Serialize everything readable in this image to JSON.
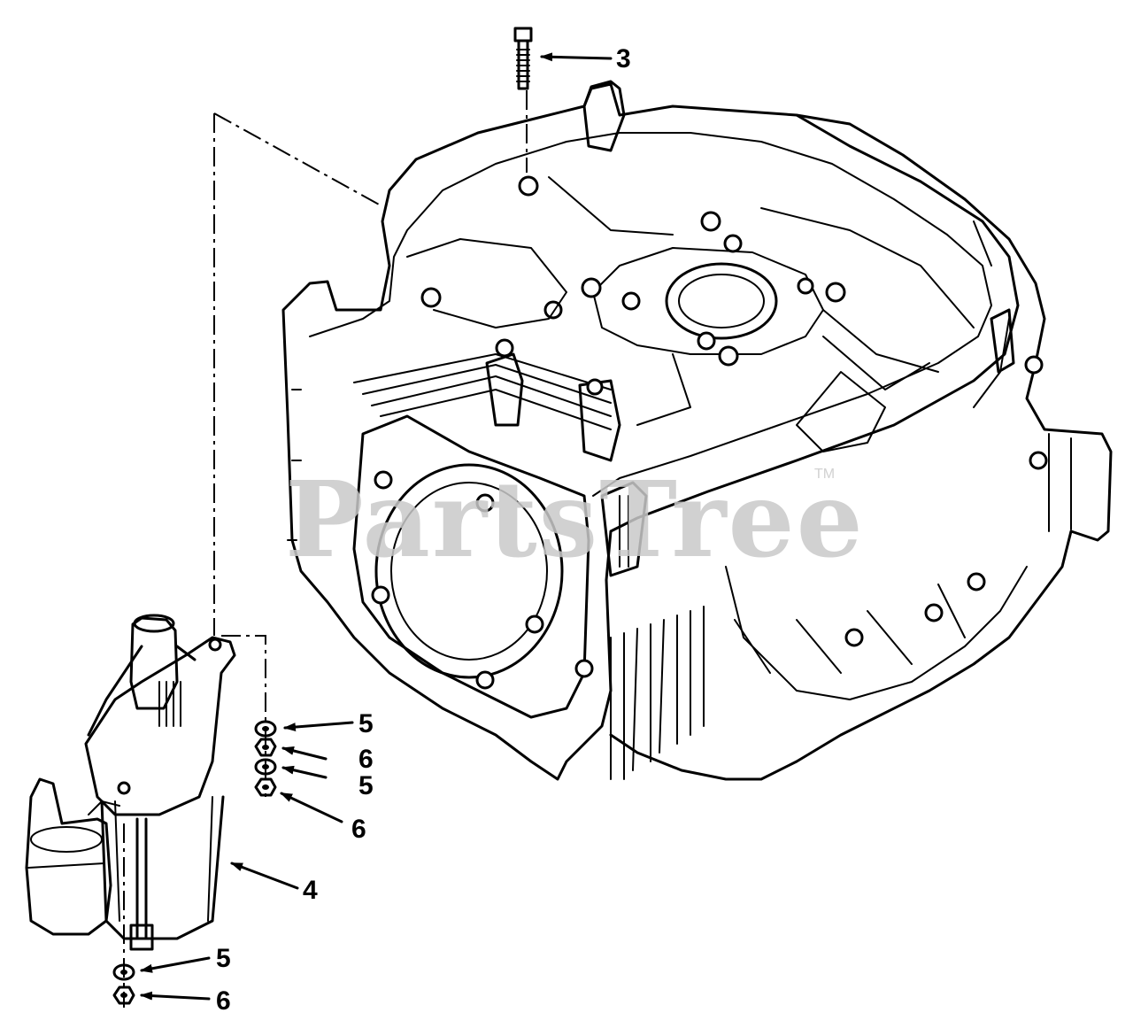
{
  "watermark": {
    "text": "PartsTree",
    "tm": "TM",
    "color": "#c9c9c9"
  },
  "callouts": [
    {
      "id": "callout-3",
      "label": "3",
      "part": "bolt"
    },
    {
      "id": "callout-4",
      "label": "4",
      "part": "starter-motor"
    },
    {
      "id": "callout-5a",
      "label": "5",
      "part": "lock-washer-upper"
    },
    {
      "id": "callout-6a",
      "label": "6",
      "part": "nut-upper"
    },
    {
      "id": "callout-5b",
      "label": "5",
      "part": "lock-washer-middle"
    },
    {
      "id": "callout-6b",
      "label": "6",
      "part": "nut-middle"
    },
    {
      "id": "callout-5c",
      "label": "5",
      "part": "lock-washer-lower"
    },
    {
      "id": "callout-6c",
      "label": "6",
      "part": "nut-lower"
    }
  ],
  "colors": {
    "line": "#000000",
    "background": "#ffffff"
  }
}
